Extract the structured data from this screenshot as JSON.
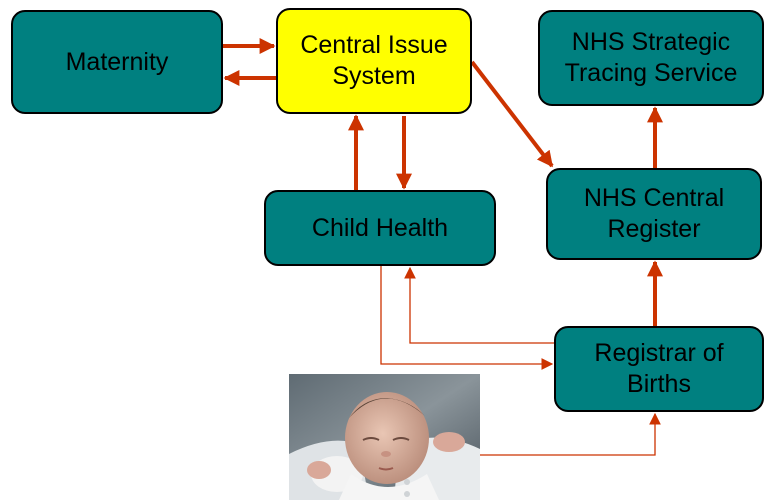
{
  "nodes": {
    "maternity": {
      "lines": [
        "Maternity"
      ]
    },
    "central_issue_system": {
      "lines": [
        "Central Issue",
        "System"
      ]
    },
    "nhs_strategic_tracing_service": {
      "lines": [
        "NHS Strategic",
        "Tracing Service"
      ]
    },
    "child_health": {
      "lines": [
        "Child Health"
      ]
    },
    "nhs_central_register": {
      "lines": [
        "NHS Central",
        "Register"
      ]
    },
    "registrar_of_births": {
      "lines": [
        "Registrar of",
        "Births"
      ]
    }
  },
  "colors": {
    "node_fill": "#008080",
    "highlight_fill": "#ffff00",
    "arrow": "#cc3300",
    "text": "#000000"
  },
  "image": {
    "subject": "newborn-baby-photo"
  }
}
